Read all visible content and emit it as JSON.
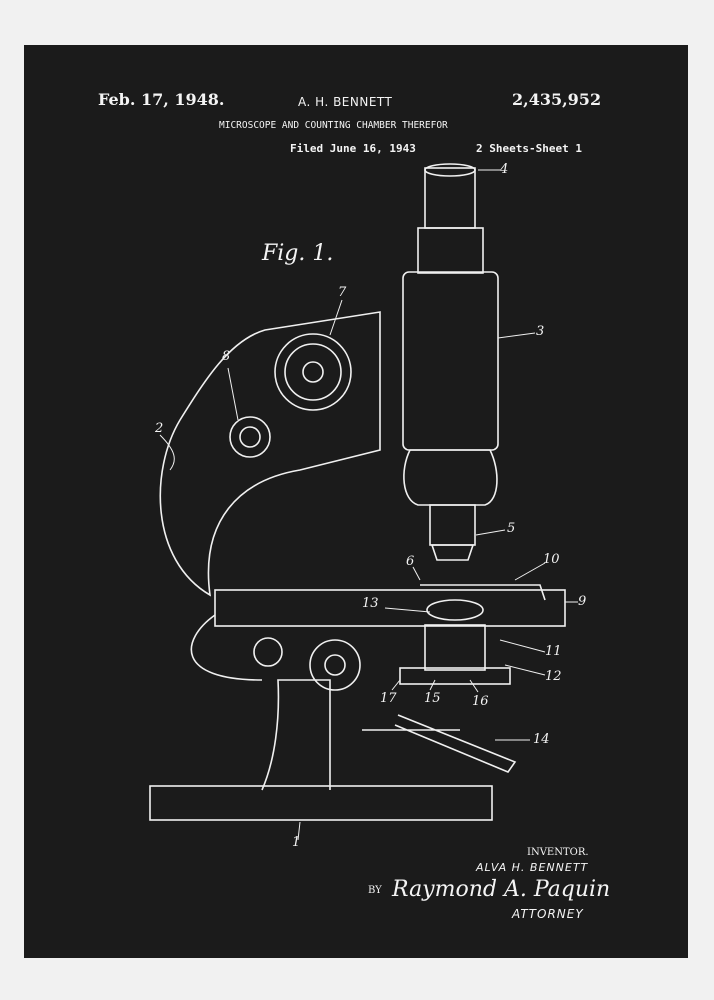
{
  "header": {
    "date": "Feb. 17, 1948.",
    "inventor": "A. H. BENNETT",
    "patent_number": "2,435,952",
    "title": "MICROSCOPE AND COUNTING CHAMBER THEREFOR",
    "filed": "Filed June 16, 1943",
    "sheets": "2 Sheets-Sheet 1"
  },
  "figure_label": "Fig. 1.",
  "reference_numerals": [
    "1",
    "2",
    "3",
    "4",
    "5",
    "6",
    "7",
    "8",
    "9",
    "10",
    "11",
    "12",
    "13",
    "14",
    "15",
    "16",
    "17"
  ],
  "footer": {
    "inventor_label": "INVENTOR.",
    "inventor_name": "ALVA H. BENNETT",
    "by": "BY",
    "signature": "Raymond A. Paquin",
    "attorney_label": "ATTORNEY"
  },
  "colors": {
    "background": "#f1f1f1",
    "panel": "#1b1b1b",
    "ink": "#f4f4f4"
  }
}
